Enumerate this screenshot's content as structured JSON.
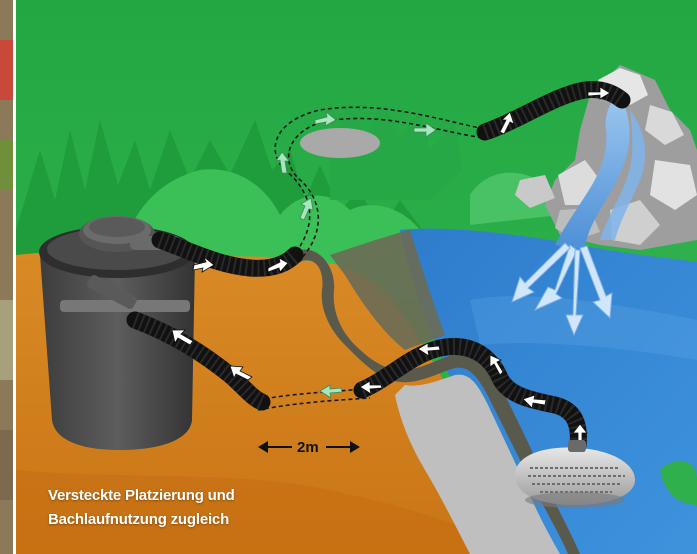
{
  "scene": {
    "dimension_label": "2m",
    "caption": {
      "line1": "Versteckte Platzierung und",
      "line2": "Bachlaufnutzung zugleich"
    }
  },
  "colors": {
    "grass": "#2bb04a",
    "soil": "#d4841e",
    "water": "#2f7fd0",
    "hose": "#111111",
    "arrow_hidden": "#9ee0b6"
  },
  "icons": [
    "pressure-filter-icon",
    "pond-pump-icon",
    "waterfall-stones-icon",
    "flow-arrow-icon"
  ]
}
